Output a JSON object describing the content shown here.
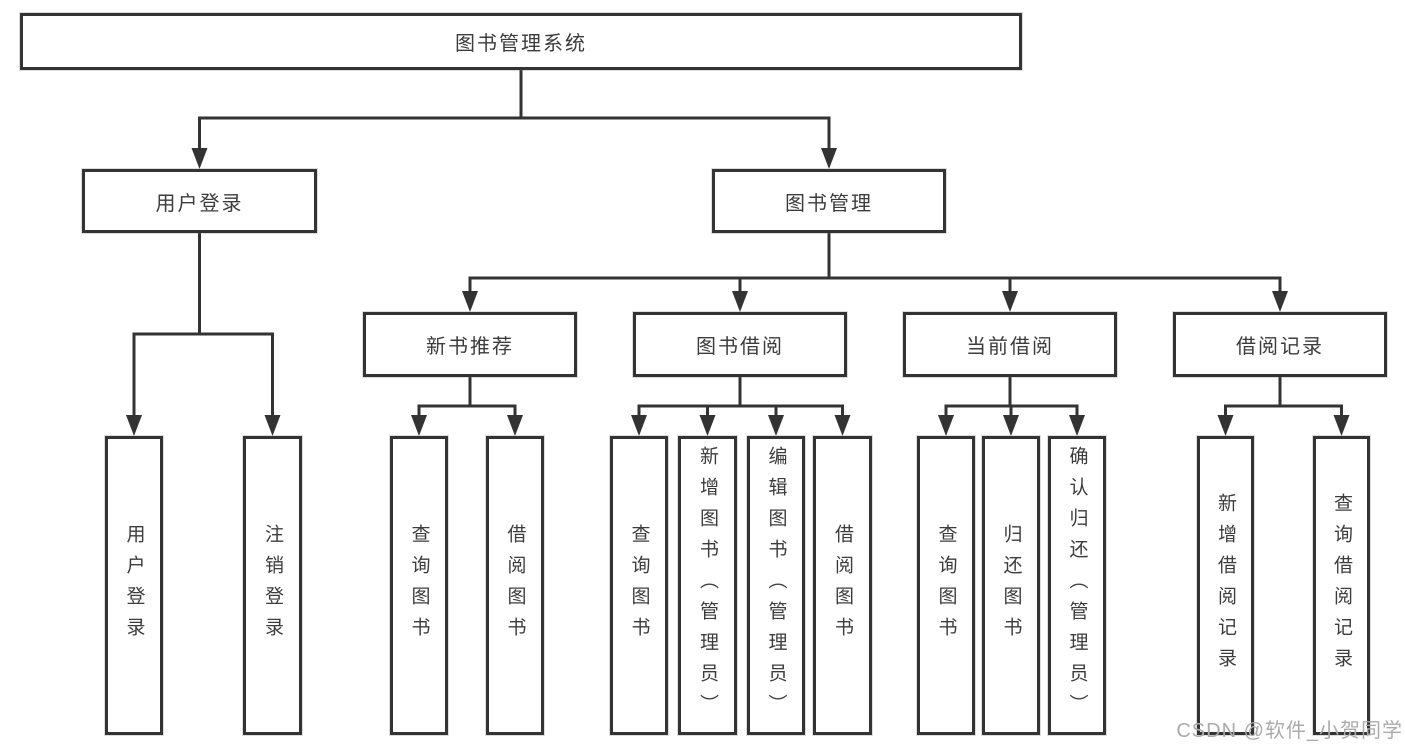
{
  "colors": {
    "line": "#333333",
    "text": "#3c3c3c",
    "background": "#ffffff",
    "watermark": "#ababab"
  },
  "diagram": {
    "root": {
      "label": "图书管理系统"
    },
    "level2": [
      {
        "label": "用户登录"
      },
      {
        "label": "图书管理"
      }
    ],
    "level3": [
      {
        "label": "新书推荐",
        "parent": "图书管理"
      },
      {
        "label": "图书借阅",
        "parent": "图书管理"
      },
      {
        "label": "当前借阅",
        "parent": "图书管理"
      },
      {
        "label": "借阅记录",
        "parent": "图书管理"
      }
    ],
    "leaves": [
      {
        "label": "用户登录",
        "parent": "用户登录"
      },
      {
        "label": "注销登录",
        "parent": "用户登录"
      },
      {
        "label": "查询图书",
        "parent": "新书推荐"
      },
      {
        "label": "借阅图书",
        "parent": "新书推荐"
      },
      {
        "label": "查询图书",
        "parent": "图书借阅"
      },
      {
        "label": "新增图书（管理员）",
        "parent": "图书借阅"
      },
      {
        "label": "编辑图书（管理员）",
        "parent": "图书借阅"
      },
      {
        "label": "借阅图书",
        "parent": "图书借阅"
      },
      {
        "label": "查询图书",
        "parent": "当前借阅"
      },
      {
        "label": "归还图书",
        "parent": "当前借阅"
      },
      {
        "label": "确认归还（管理员）",
        "parent": "当前借阅"
      },
      {
        "label": "新增借阅记录",
        "parent": "借阅记录"
      },
      {
        "label": "查询借阅记录",
        "parent": "借阅记录"
      }
    ]
  },
  "watermark": {
    "text": "CSDN @软件_小贺同学"
  }
}
